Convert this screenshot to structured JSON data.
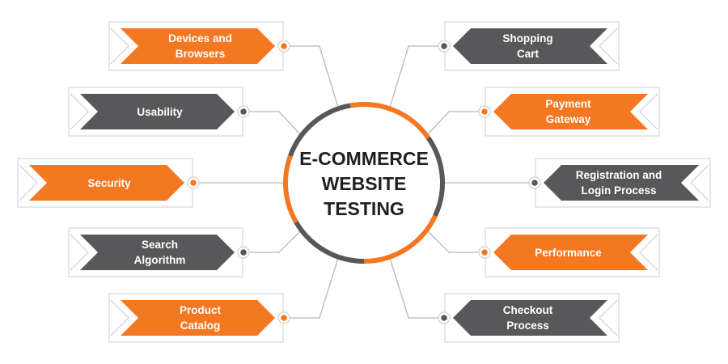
{
  "center": {
    "title": "E-COMMERCE\nWEBSITE\nTESTING"
  },
  "colors": {
    "orange": "#f47721",
    "dark": "#58585a",
    "connector": "#b9b9b9"
  },
  "items": [
    {
      "label": "Devices and\nBrowsers",
      "color": "orange"
    },
    {
      "label": "Usability",
      "color": "dark"
    },
    {
      "label": "Security",
      "color": "orange"
    },
    {
      "label": "Search\nAlgorithm",
      "color": "dark"
    },
    {
      "label": "Product\nCatalog",
      "color": "orange"
    },
    {
      "label": "Shopping\nCart",
      "color": "dark"
    },
    {
      "label": "Payment\nGateway",
      "color": "orange"
    },
    {
      "label": "Registration and\nLogin Process",
      "color": "dark"
    },
    {
      "label": "Performance",
      "color": "orange"
    },
    {
      "label": "Checkout\nProcess",
      "color": "dark"
    }
  ]
}
